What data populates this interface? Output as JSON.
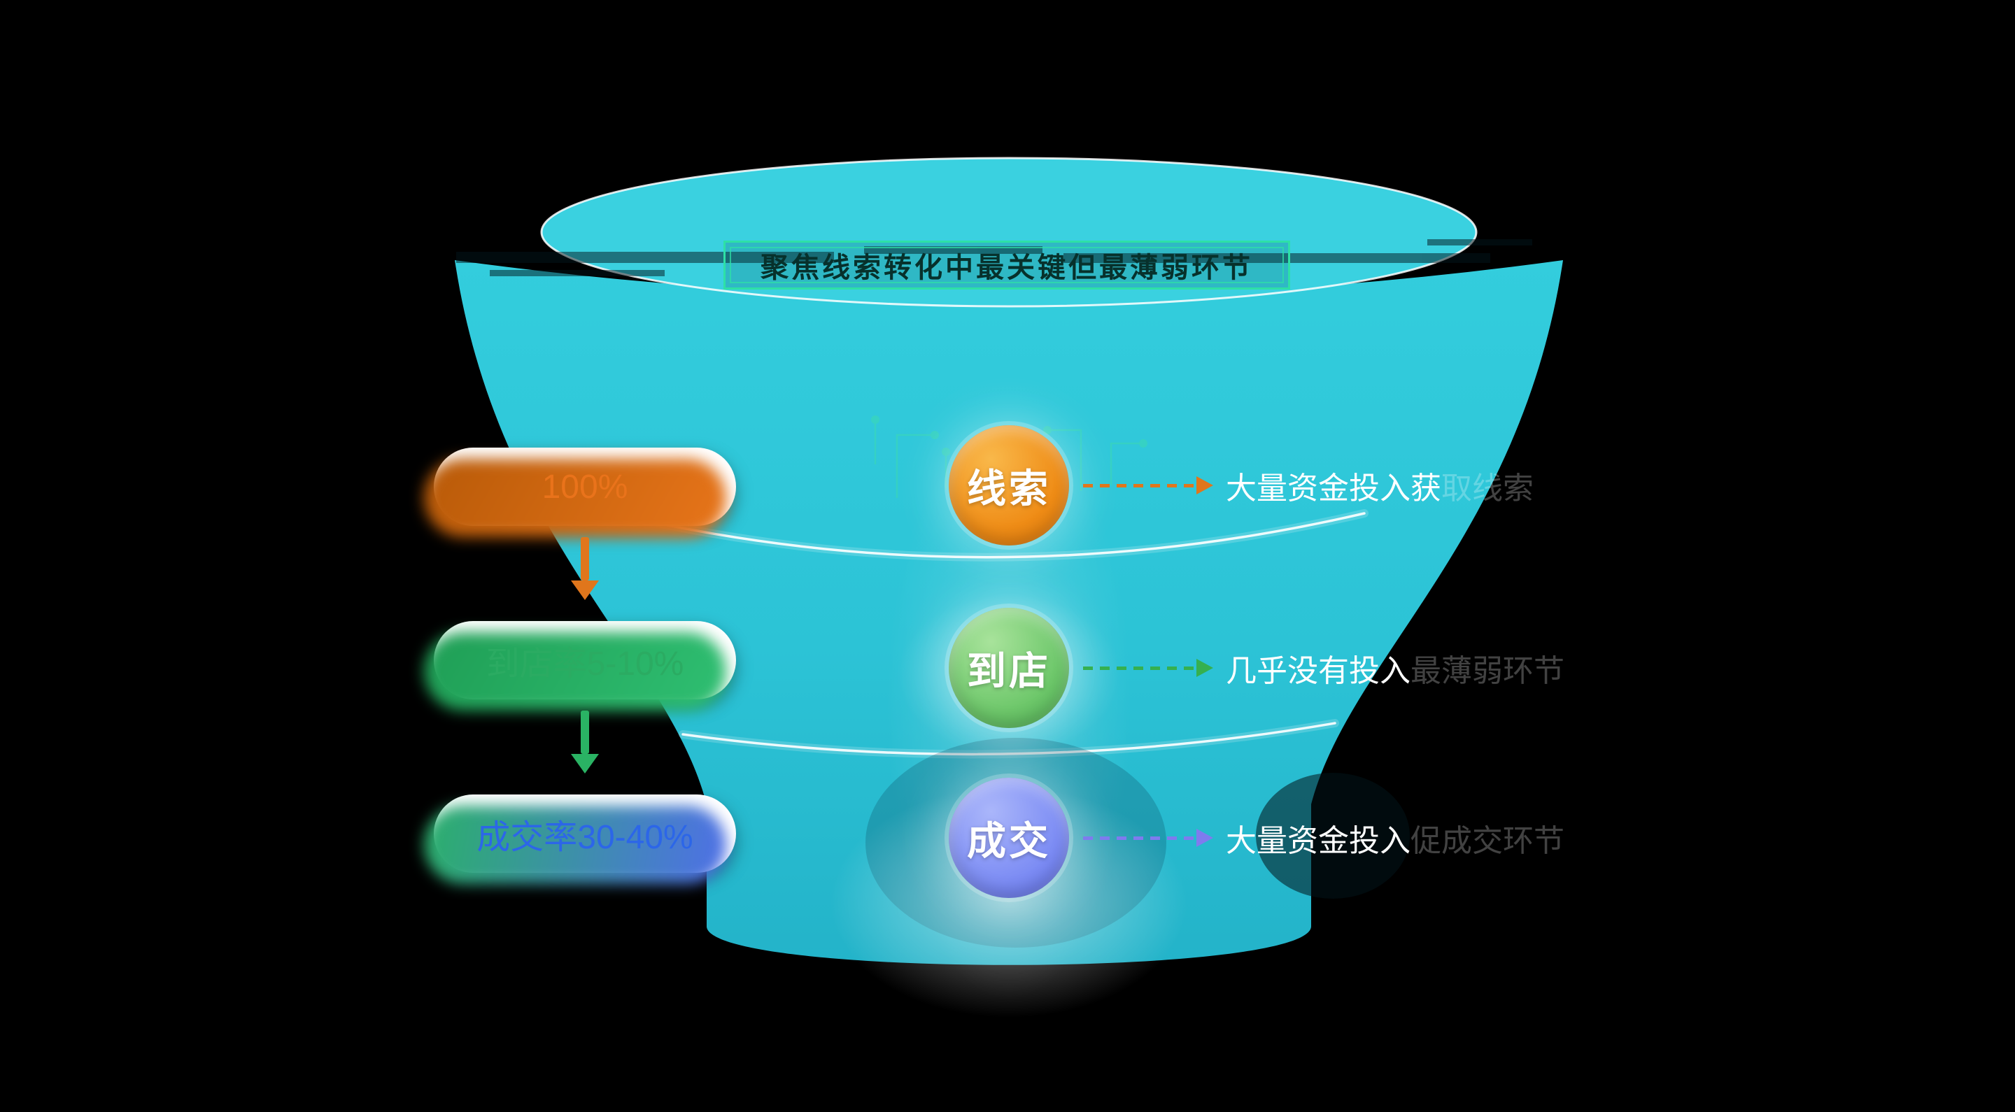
{
  "title": {
    "text": "聚焦线索转化中最关键但最薄弱环节"
  },
  "funnel": {
    "body_color": "#2cc3d6",
    "rim_color": "#3ad1e0",
    "separator_color": "#ffffff",
    "background": "#000000"
  },
  "stages": [
    {
      "pill_label": "100%",
      "badge_label": "线索",
      "note_main": "大量资金投入获",
      "note_faint": "取线索",
      "accent": "#e9731b",
      "badge_color": "#ef8c16",
      "arrow_color": "#e0761c"
    },
    {
      "pill_label": "到店率5-10%",
      "badge_label": "到店",
      "note_main": "几乎没有投入",
      "note_faint": "最薄弱环节",
      "accent": "#2bab62",
      "badge_color": "#6dc76a",
      "arrow_color": "#35b04f"
    },
    {
      "pill_label": "成交率30-40%",
      "badge_label": "成交",
      "note_main": "大量资金投入",
      "note_faint": "促成交环节",
      "accent": "#2c66e8",
      "badge_color": "#7c8cf4",
      "arrow_color": "#7f7bee"
    }
  ]
}
